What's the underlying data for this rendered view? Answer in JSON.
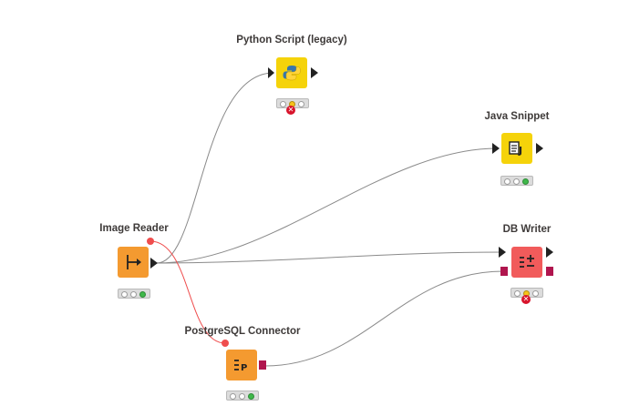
{
  "nodes": [
    {
      "id": "python-script",
      "title": "Python Script (legacy)",
      "icon": "python-logo-icon",
      "color": "#f5d30a",
      "status": [
        "idle",
        "warning",
        "idle"
      ],
      "error": true
    },
    {
      "id": "java-snippet",
      "title": "Java Snippet",
      "icon": "java-snippet-icon",
      "color": "#f5d30a",
      "status": [
        "idle",
        "idle",
        "executed"
      ],
      "error": false
    },
    {
      "id": "image-reader",
      "title": "Image Reader",
      "icon": "source-arrow-icon",
      "color": "#f49a30",
      "status": [
        "idle",
        "idle",
        "executed"
      ],
      "error": false
    },
    {
      "id": "db-writer",
      "title": "DB Writer",
      "icon": "db-writer-icon",
      "color": "#f15b5b",
      "status": [
        "idle",
        "warning",
        "idle"
      ],
      "error": true
    },
    {
      "id": "postgresql-connector",
      "title": "PostgreSQL Connector",
      "icon": "db-connector-icon",
      "color": "#f49a30",
      "status": [
        "idle",
        "idle",
        "executed"
      ],
      "error": false
    }
  ],
  "colors": {
    "connection": "#8a8a8a",
    "flow_variable": "#ef4d4d",
    "db_port": "#b0154e"
  }
}
